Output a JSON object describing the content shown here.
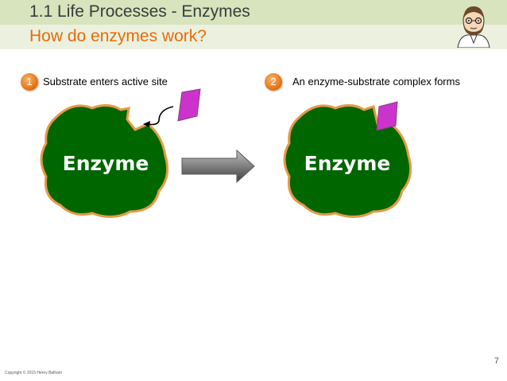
{
  "slide": {
    "title": "1.1 Life Processes - Enzymes",
    "subtitle": "How do enzymes work?",
    "page_number": "7",
    "copyright": "Copyright © 2015 Henry Balham"
  },
  "steps": [
    {
      "number": "1",
      "label": "Substrate enters active site"
    },
    {
      "number": "2",
      "label": "An enzyme-substrate complex forms"
    }
  ],
  "diagram": {
    "enzyme_label_1": "Enzyme",
    "enzyme_label_2": "Enzyme"
  },
  "colors": {
    "header_band_top": "#d7e4bd",
    "header_band_bottom": "#ebf1de",
    "accent_orange": "#e46c0a",
    "enzyme_fill": "#006600",
    "enzyme_outline": "#e69a47",
    "substrate_fill": "#cc33cc"
  },
  "icons": {
    "avatar": "presenter-avatar-icon",
    "arrow": "right-arrow-icon",
    "curved_arrow": "curved-arrow-icon"
  }
}
